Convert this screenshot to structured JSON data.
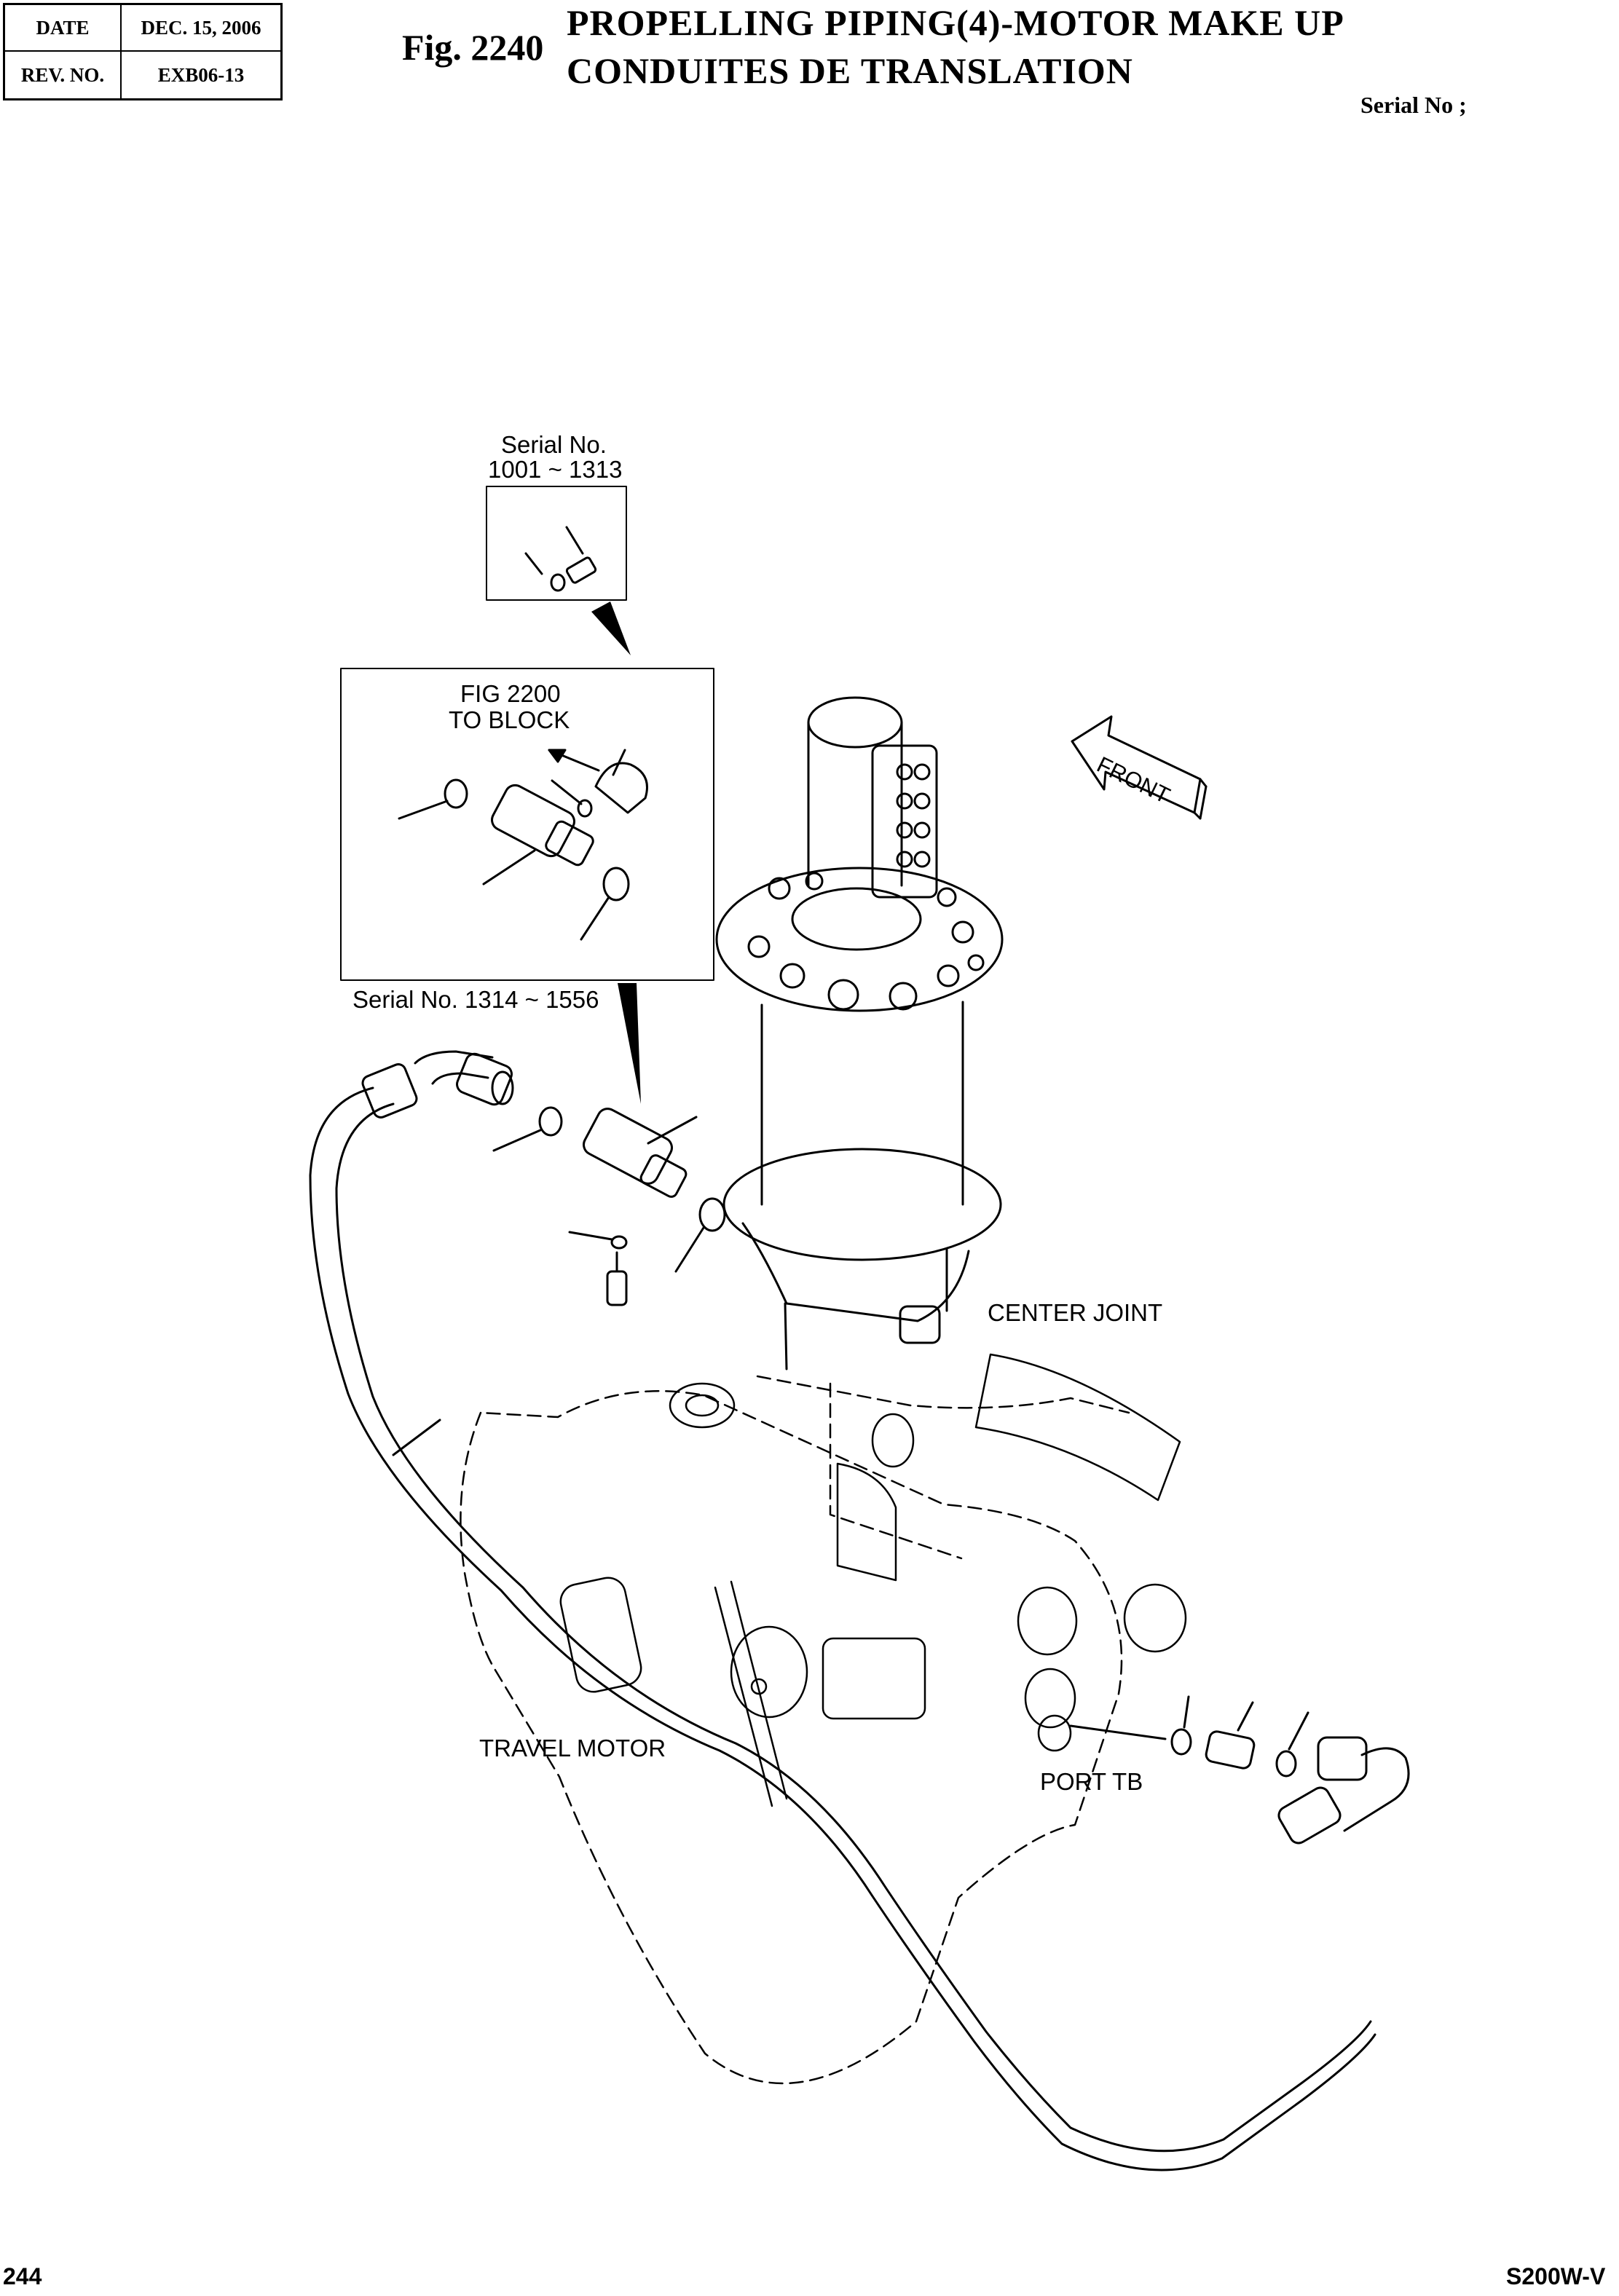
{
  "header": {
    "date_label": "DATE",
    "date_value": "DEC. 15, 2006",
    "rev_label": "REV. NO.",
    "rev_value": "EXB06-13",
    "fig_number": "Fig. 2240",
    "title_en": "PROPELLING PIPING(4)-MOTOR MAKE UP",
    "title_fr": "CONDUITES DE TRANSLATION",
    "serial_label": "Serial No ;"
  },
  "diagram": {
    "inset_top_serial_line1": "Serial No.",
    "inset_top_serial_line2": "1001 ~ 1313",
    "inset_mid_ref_line1": "FIG 2200",
    "inset_mid_ref_line2": "TO BLOCK",
    "inset_mid_serial": "Serial No. 1314 ~ 1556",
    "front_label": "FRONT",
    "center_joint": "CENTER JOINT",
    "travel_motor": "TRAVEL MOTOR",
    "port": "PORT  TB"
  },
  "footer": {
    "page_number": "244",
    "model": "S200W-V"
  }
}
